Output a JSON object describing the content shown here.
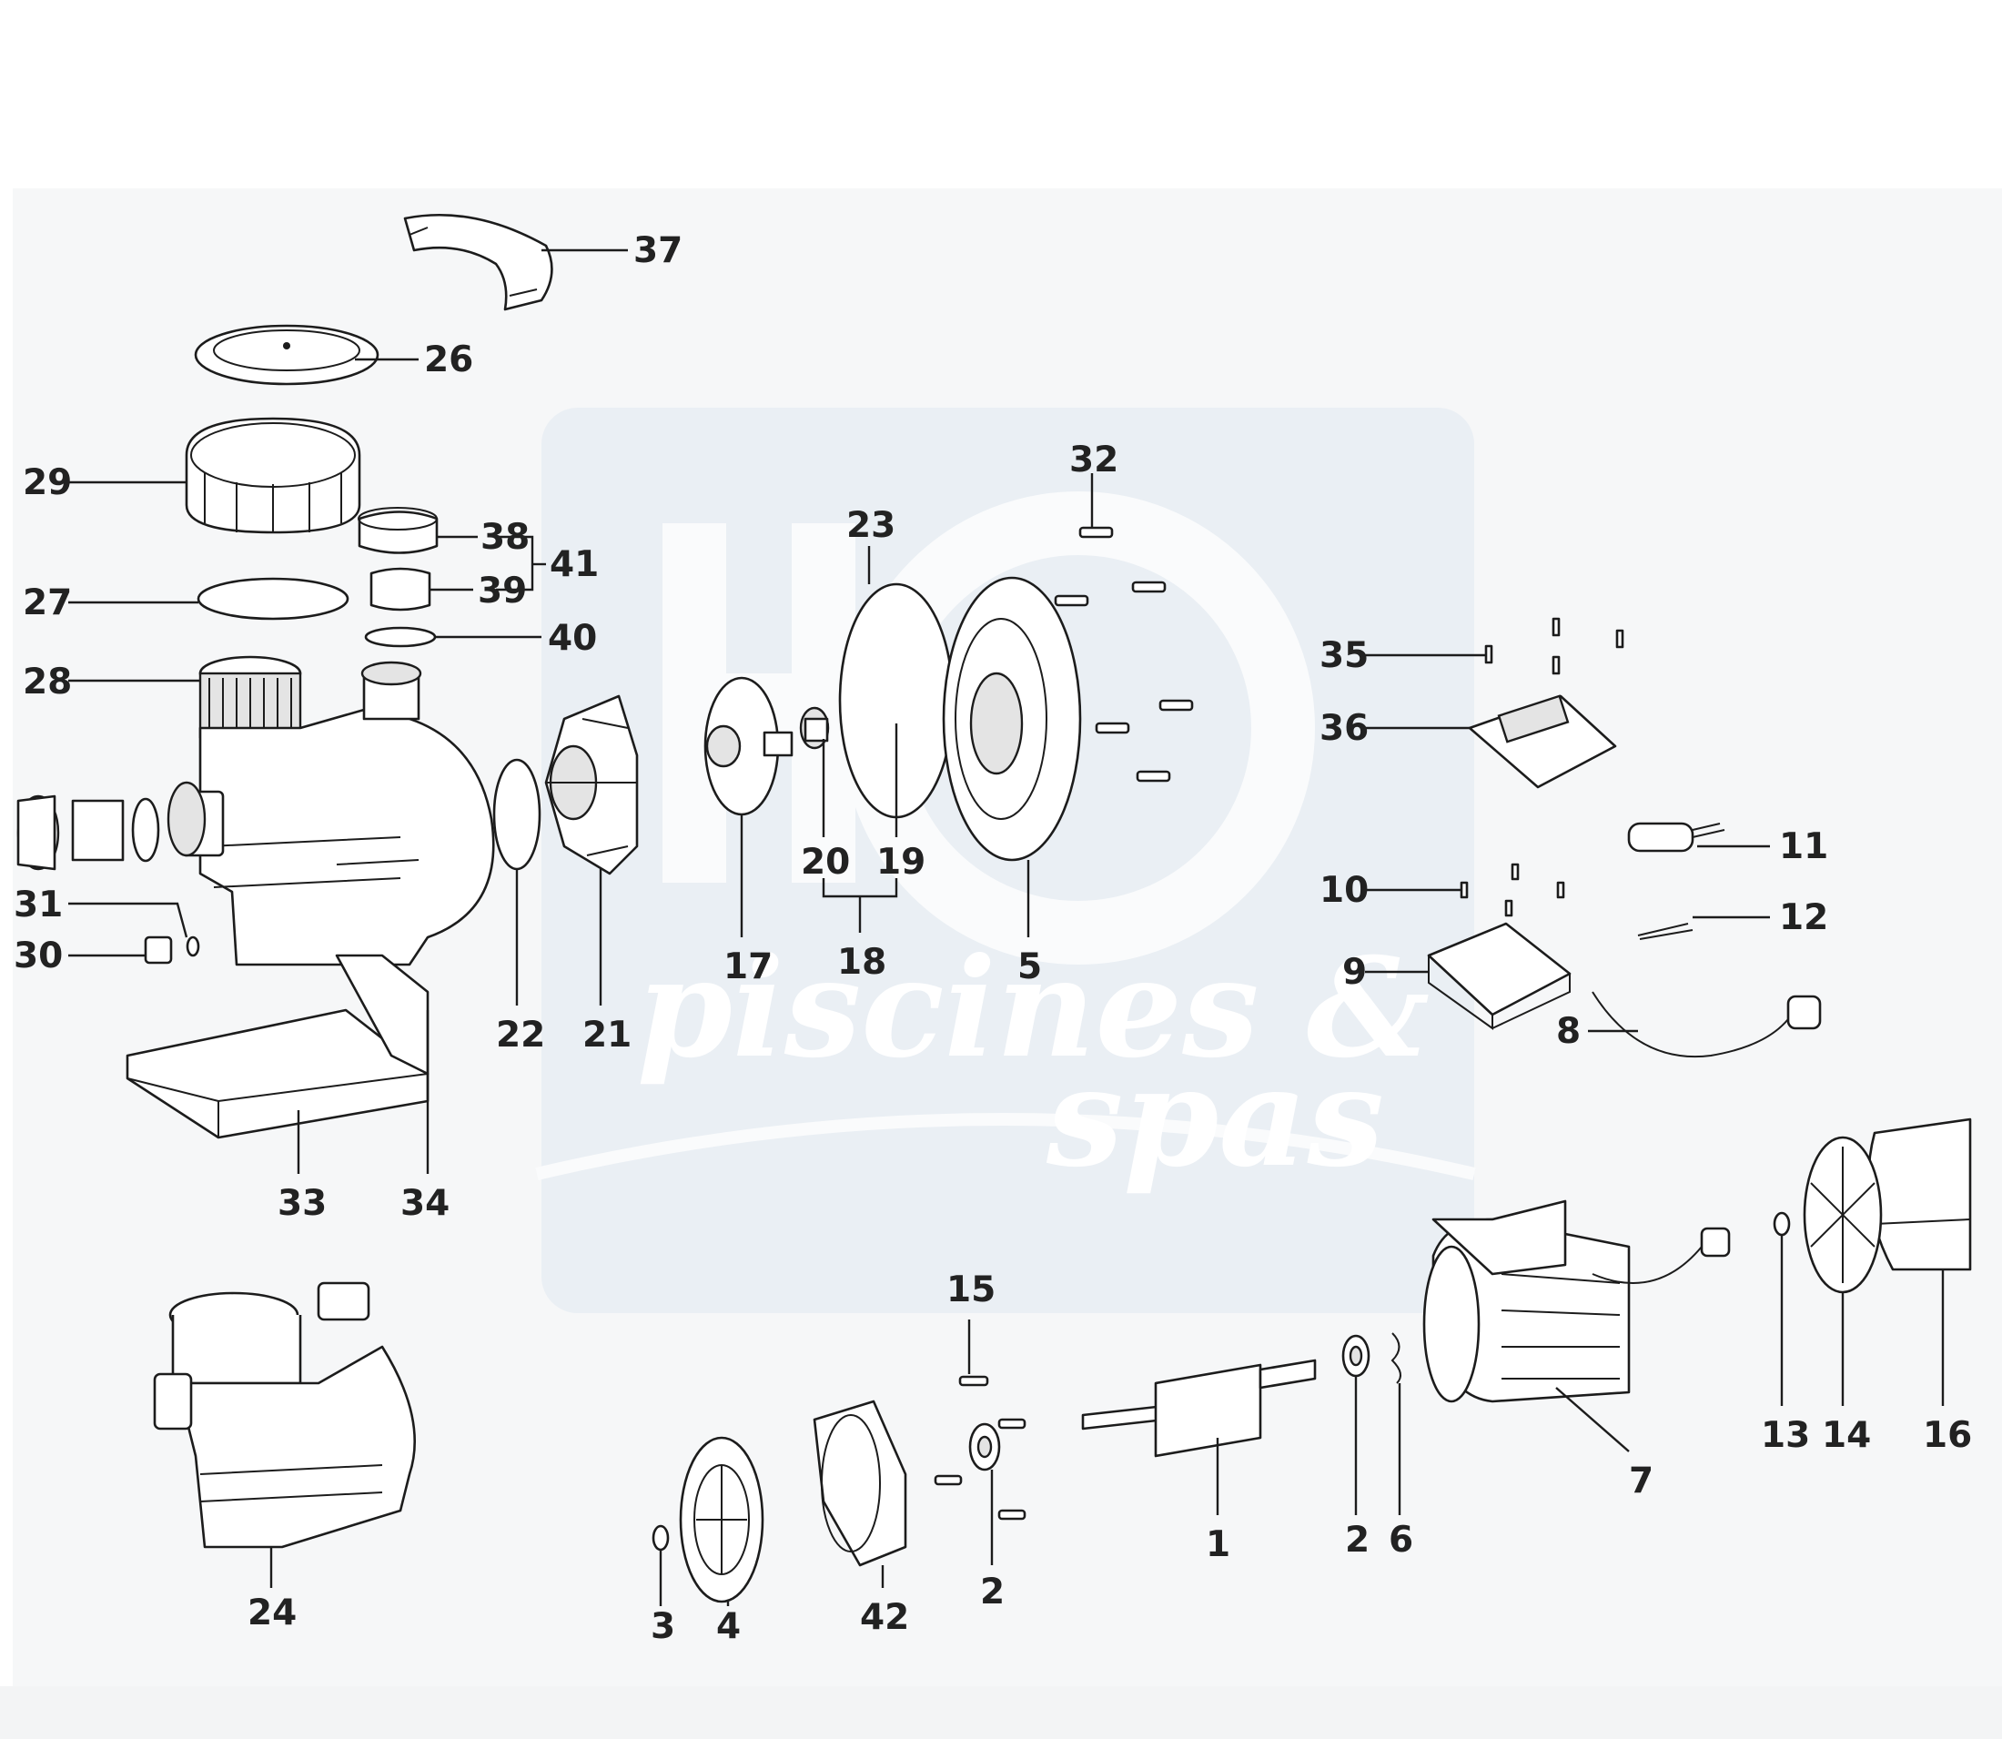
{
  "diagram": {
    "watermark": {
      "line1": "piscines &",
      "line2": "spas"
    },
    "callouts": [
      {
        "id": "c1",
        "text": "1"
      },
      {
        "id": "c2a",
        "text": "2"
      },
      {
        "id": "c2b",
        "text": "2"
      },
      {
        "id": "c3",
        "text": "3"
      },
      {
        "id": "c4",
        "text": "4"
      },
      {
        "id": "c5",
        "text": "5"
      },
      {
        "id": "c6",
        "text": "6"
      },
      {
        "id": "c7",
        "text": "7"
      },
      {
        "id": "c8",
        "text": "8"
      },
      {
        "id": "c9",
        "text": "9"
      },
      {
        "id": "c10",
        "text": "10"
      },
      {
        "id": "c11",
        "text": "11"
      },
      {
        "id": "c12",
        "text": "12"
      },
      {
        "id": "c13",
        "text": "13"
      },
      {
        "id": "c14",
        "text": "14"
      },
      {
        "id": "c15",
        "text": "15"
      },
      {
        "id": "c16",
        "text": "16"
      },
      {
        "id": "c17",
        "text": "17"
      },
      {
        "id": "c18",
        "text": "18"
      },
      {
        "id": "c19",
        "text": "19"
      },
      {
        "id": "c20",
        "text": "20"
      },
      {
        "id": "c21",
        "text": "21"
      },
      {
        "id": "c22",
        "text": "22"
      },
      {
        "id": "c23",
        "text": "23"
      },
      {
        "id": "c24",
        "text": "24"
      },
      {
        "id": "c26",
        "text": "26"
      },
      {
        "id": "c27",
        "text": "27"
      },
      {
        "id": "c28",
        "text": "28"
      },
      {
        "id": "c29",
        "text": "29"
      },
      {
        "id": "c30",
        "text": "30"
      },
      {
        "id": "c31",
        "text": "31"
      },
      {
        "id": "c32",
        "text": "32"
      },
      {
        "id": "c33",
        "text": "33"
      },
      {
        "id": "c34",
        "text": "34"
      },
      {
        "id": "c35",
        "text": "35"
      },
      {
        "id": "c36",
        "text": "36"
      },
      {
        "id": "c37",
        "text": "37"
      },
      {
        "id": "c38",
        "text": "38"
      },
      {
        "id": "c39",
        "text": "39"
      },
      {
        "id": "c40",
        "text": "40"
      },
      {
        "id": "c41",
        "text": "41"
      },
      {
        "id": "c42",
        "text": "42"
      }
    ]
  }
}
